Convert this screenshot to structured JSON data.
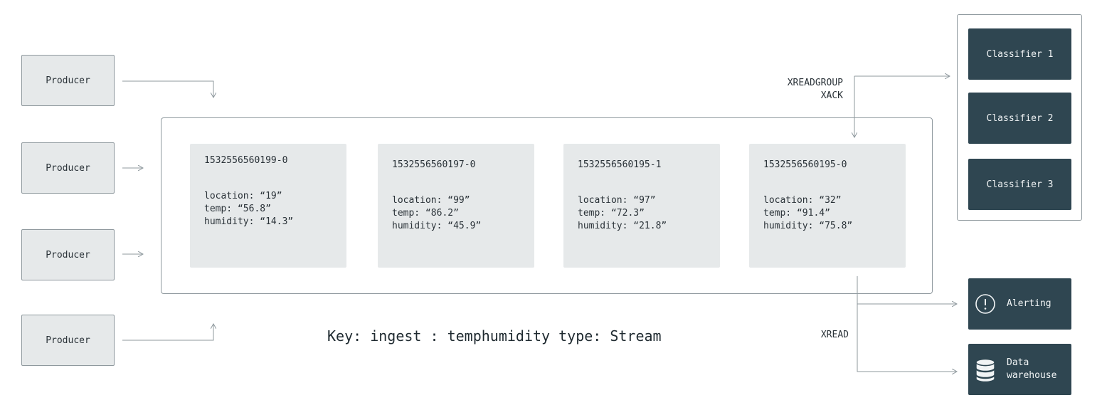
{
  "producers": [
    {
      "label": "Producer"
    },
    {
      "label": "Producer"
    },
    {
      "label": "Producer"
    },
    {
      "label": "Producer"
    }
  ],
  "stream": {
    "entries": [
      {
        "id": "1532556560199-0",
        "location": "location: “19”",
        "temp": "temp: “56.8”",
        "humidity": "humidity: “14.3”"
      },
      {
        "id": "1532556560197-0",
        "location": "location: “99”",
        "temp": "temp: “86.2”",
        "humidity": "humidity: “45.9”"
      },
      {
        "id": "1532556560195-1",
        "location": "location: “97”",
        "temp": "temp: “72.3”",
        "humidity": "humidity: “21.8”"
      },
      {
        "id": "1532556560195-0",
        "location": "location: “32”",
        "temp": "temp: “91.4”",
        "humidity": "humidity: “75.8”"
      }
    ],
    "key_caption": "Key: ingest : temphumidity type: Stream"
  },
  "consumer_group": {
    "command_line1": "XREADGROUP",
    "command_line2": "XACK",
    "consumers": [
      {
        "label": "Classifier 1"
      },
      {
        "label": "Classifier 2"
      },
      {
        "label": "Classifier 3"
      }
    ]
  },
  "readers": {
    "command": "XREAD",
    "sinks": [
      {
        "label": "Alerting",
        "icon": "alert-icon"
      },
      {
        "label_line1": "Data",
        "label_line2": "warehouse",
        "icon": "database-icon"
      }
    ]
  },
  "colors": {
    "node_light": "#e6e9ea",
    "node_dark": "#2f4651",
    "line": "#8f999e"
  }
}
